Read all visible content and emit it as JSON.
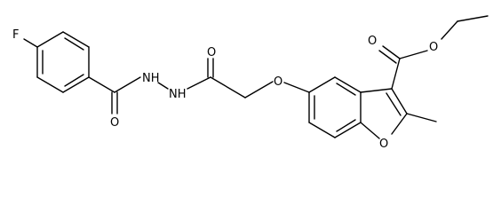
{
  "molecule": {
    "atoms": {
      "fluorine": "F",
      "amide_oxygen_1": "O",
      "hydrazide_nh_left": "NH",
      "hydrazide_nh_right": "NH",
      "amide_oxygen_2": "O",
      "ether_oxygen": "O",
      "ester_carbonyl_oxygen": "O",
      "ester_alkoxy_oxygen": "O",
      "furan_oxygen": "O"
    }
  },
  "colors": {
    "bond": "#000000",
    "label": "#000000",
    "background": "#ffffff"
  }
}
